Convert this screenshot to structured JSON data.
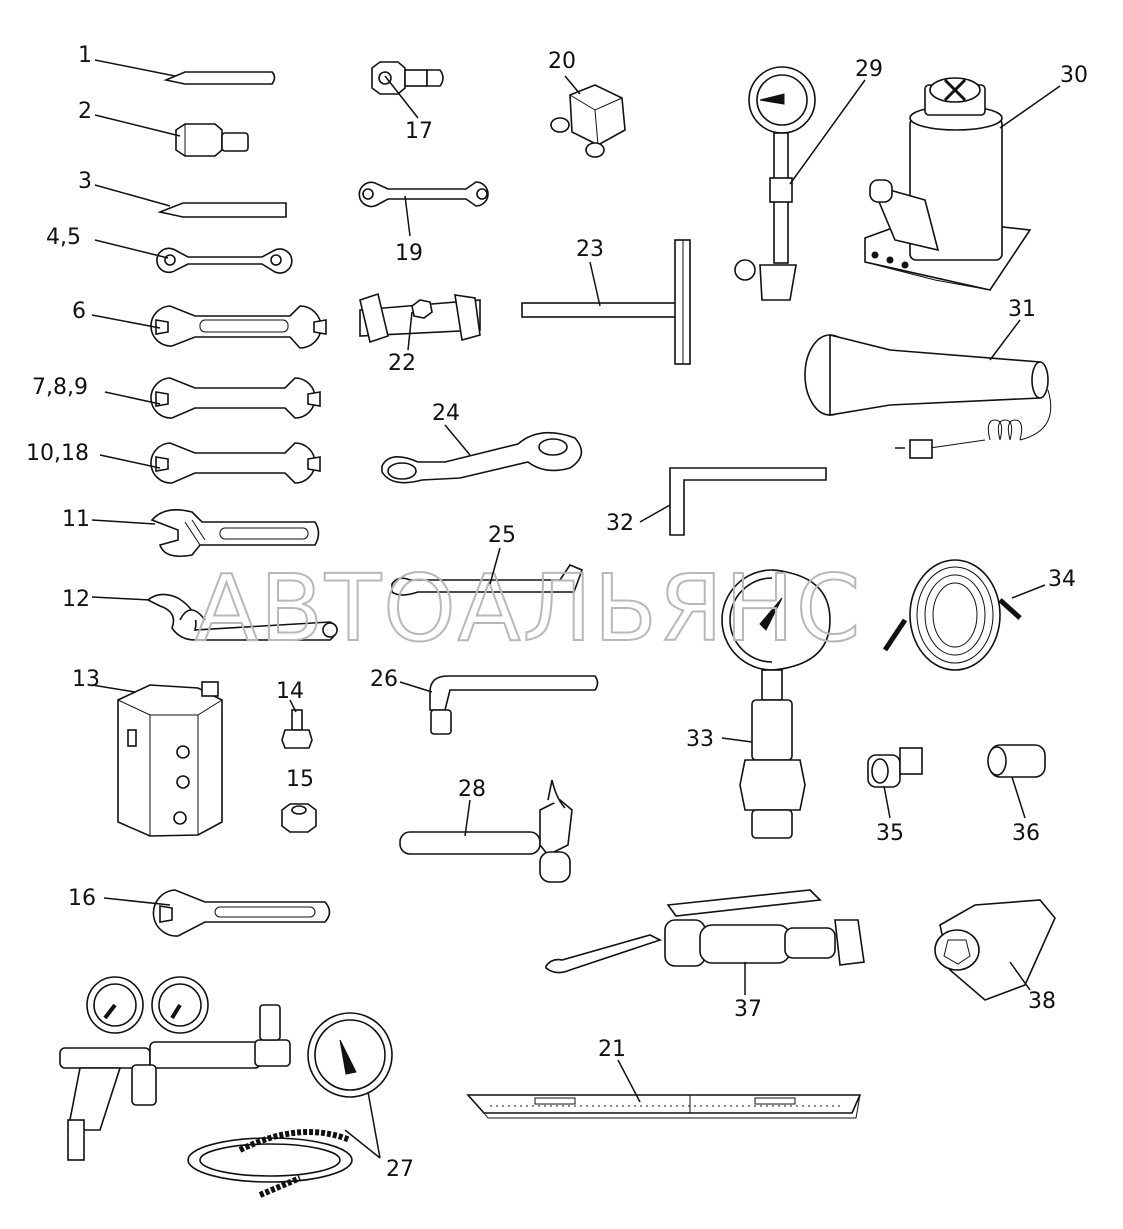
{
  "watermark": "АВТОАЛЬЯНС",
  "callouts": [
    {
      "id": "c1",
      "text": "1"
    },
    {
      "id": "c2",
      "text": "2"
    },
    {
      "id": "c3",
      "text": "3"
    },
    {
      "id": "c45",
      "text": "4,5"
    },
    {
      "id": "c6",
      "text": "6"
    },
    {
      "id": "c789",
      "text": "7,8,9"
    },
    {
      "id": "c1018",
      "text": "10,18"
    },
    {
      "id": "c11",
      "text": "11"
    },
    {
      "id": "c12",
      "text": "12"
    },
    {
      "id": "c13",
      "text": "13"
    },
    {
      "id": "c14",
      "text": "14"
    },
    {
      "id": "c15",
      "text": "15"
    },
    {
      "id": "c16",
      "text": "16"
    },
    {
      "id": "c17",
      "text": "17"
    },
    {
      "id": "c19",
      "text": "19"
    },
    {
      "id": "c20",
      "text": "20"
    },
    {
      "id": "c21",
      "text": "21"
    },
    {
      "id": "c22",
      "text": "22"
    },
    {
      "id": "c23",
      "text": "23"
    },
    {
      "id": "c24",
      "text": "24"
    },
    {
      "id": "c25",
      "text": "25"
    },
    {
      "id": "c26",
      "text": "26"
    },
    {
      "id": "c27",
      "text": "27"
    },
    {
      "id": "c28",
      "text": "28"
    },
    {
      "id": "c29",
      "text": "29"
    },
    {
      "id": "c30",
      "text": "30"
    },
    {
      "id": "c31",
      "text": "31"
    },
    {
      "id": "c32",
      "text": "32"
    },
    {
      "id": "c33",
      "text": "33"
    },
    {
      "id": "c34",
      "text": "34"
    },
    {
      "id": "c35",
      "text": "35"
    },
    {
      "id": "c36",
      "text": "36"
    },
    {
      "id": "c37",
      "text": "37"
    },
    {
      "id": "c38",
      "text": "38"
    }
  ]
}
